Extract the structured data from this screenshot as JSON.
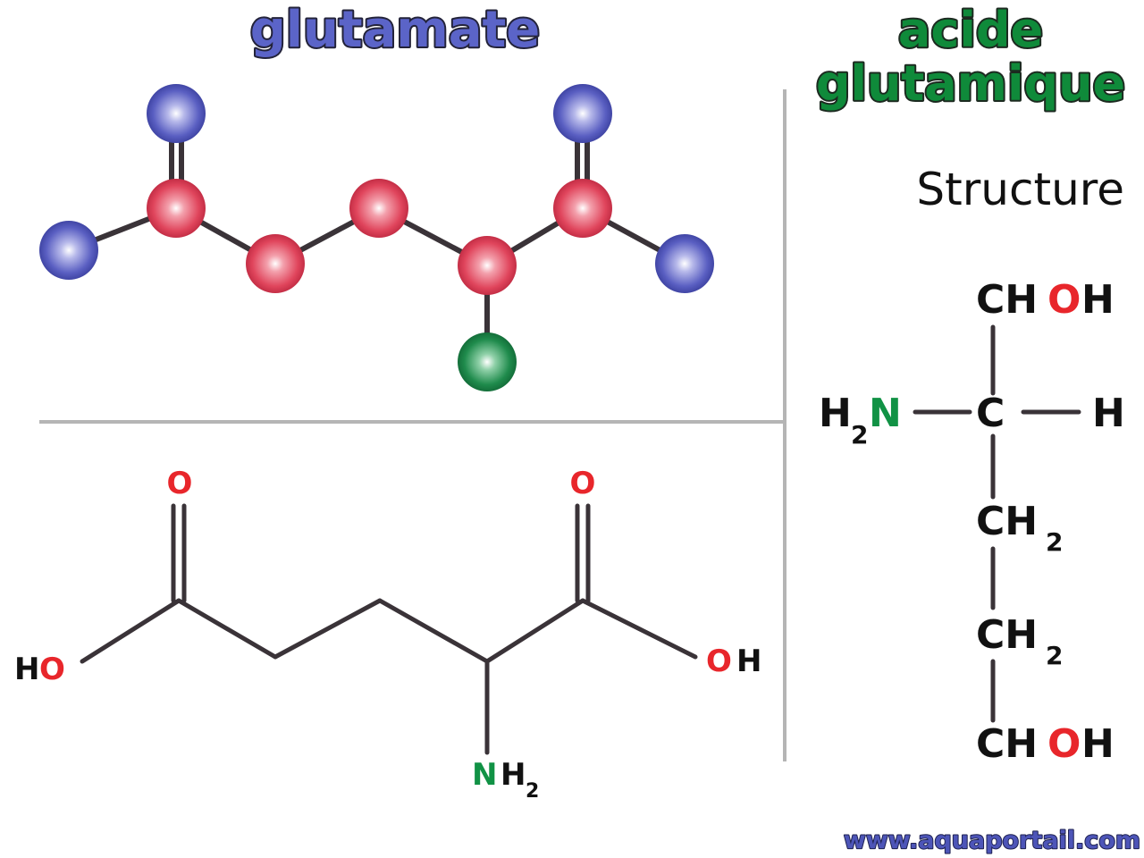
{
  "titles": {
    "left": "glutamate",
    "right_line1": "acide",
    "right_line2": "glutamique",
    "structure": "Structure"
  },
  "watermark": "www.aquaportail.com",
  "skeletal": {
    "o_left": "O",
    "o_right": "O",
    "ho_h": "H",
    "ho_o": "O",
    "oh_o": "O",
    "oh_h": "H",
    "nh2_n": "N",
    "nh2_h": "H",
    "nh2_sub": "2"
  },
  "vertical": {
    "top_ch": "CH",
    "top_o": "O",
    "top_h": "H",
    "h2n_h": "H",
    "h2n_sub": "2",
    "h2n_n": "N",
    "center_c": "C",
    "right_h": "H",
    "ch2a": "CH",
    "ch2a_sub": "2",
    "ch2b": "CH",
    "ch2b_sub": "2",
    "bottom_ch": "CH",
    "bottom_o": "O",
    "bottom_h": "H"
  },
  "colors": {
    "title_left": "#5b64c8",
    "title_right": "#0f8a3a",
    "oxygen_text": "#e8262b",
    "nitrogen_text": "#119245",
    "bond": "#3a3338",
    "divider": "#b5b5b5",
    "atom_red": "#e0455c",
    "atom_blue": "#5a5fc2",
    "atom_green": "#1f8b4c",
    "watermark": "#4d55b8"
  }
}
